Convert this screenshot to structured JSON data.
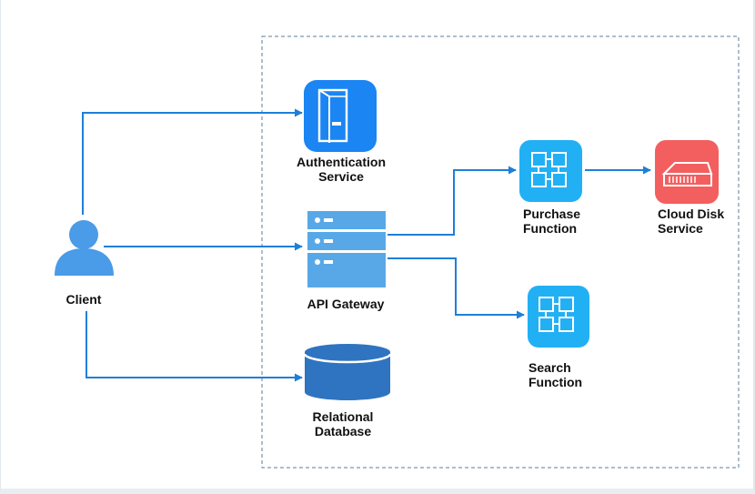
{
  "nodes": {
    "client": {
      "label": "Client"
    },
    "auth": {
      "line1": "Authentication",
      "line2": "Service"
    },
    "gateway": {
      "label": "API Gateway"
    },
    "database": {
      "line1": "Relational",
      "line2": "Database"
    },
    "purchase": {
      "line1": "Purchase",
      "line2": "Function"
    },
    "search": {
      "line1": "Search",
      "line2": "Function"
    },
    "cloud_disk": {
      "line1": "Cloud Disk",
      "line2": "Service"
    }
  },
  "colors": {
    "arrow": "#1e7fd8",
    "boundary": "#5b7d9b",
    "person": "#4a9be8",
    "auth_tile": "#1a85f3",
    "gateway": "#58a8e8",
    "database": "#2f74c0",
    "function_tile": "#22b0f5",
    "cloud_tile": "#f35f5f"
  },
  "icons": {
    "client": "user-icon",
    "auth": "server-tower-icon",
    "gateway": "server-rack-icon",
    "database": "database-cylinder-icon",
    "purchase": "function-chip-icon",
    "search": "function-chip-icon",
    "cloud_disk": "disk-drive-icon"
  }
}
